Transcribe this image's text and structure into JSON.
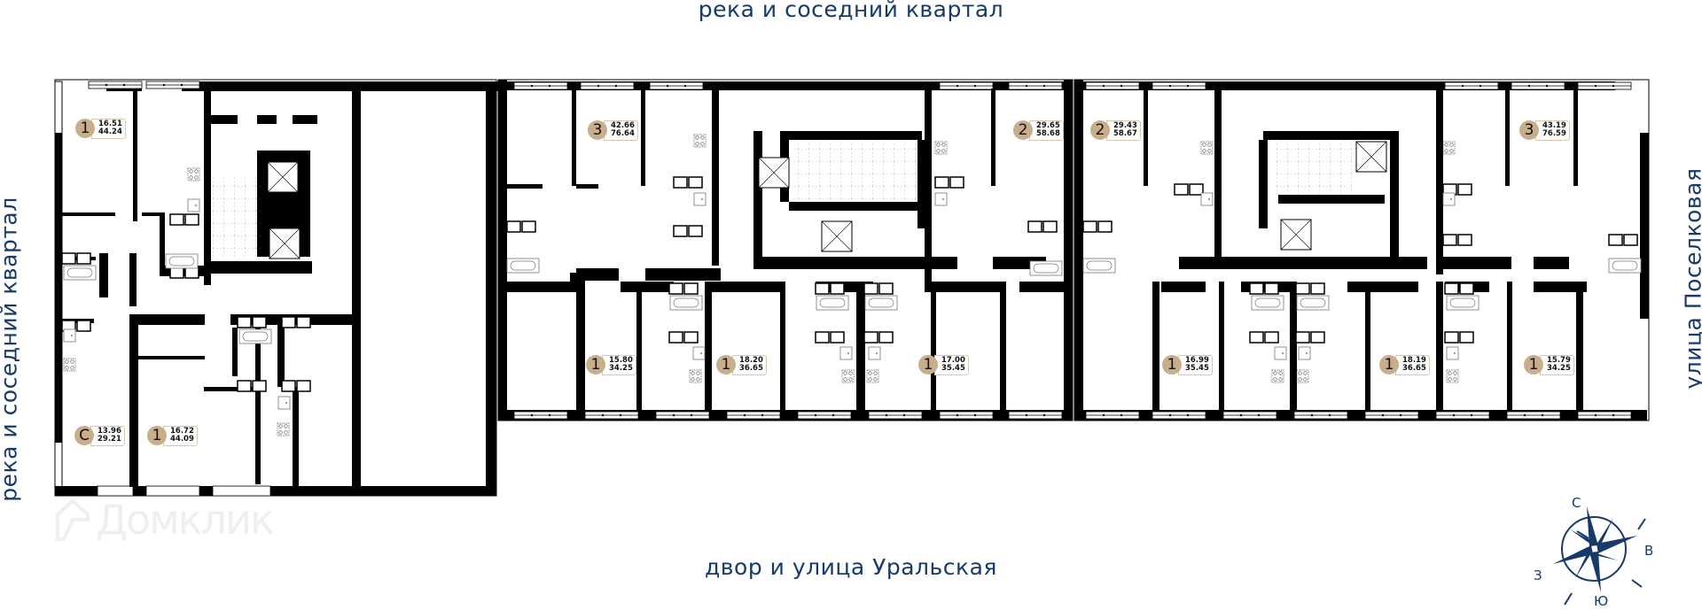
{
  "orientation_labels": {
    "top": "река и соседний квартал",
    "bottom": "двор и улица Уральская",
    "left": "река и соседний квартал",
    "right": "улица Поселковая"
  },
  "watermark": {
    "text": "Домклик",
    "icon": "house-logo-icon"
  },
  "compass": {
    "north": "С",
    "east": "В",
    "south": "Ю",
    "west": "З",
    "icon": "compass-rose-icon"
  },
  "colors": {
    "label_text": "#173a6b",
    "badge_fill": "#c9ae8c",
    "wall": "#000000",
    "background": "#ffffff"
  },
  "apartments": [
    {
      "rooms": "1",
      "living_area": "16.51",
      "total_area": "44.24",
      "section": "left",
      "position": "top-left"
    },
    {
      "rooms": "С",
      "living_area": "13.96",
      "total_area": "29.21",
      "section": "left",
      "position": "bottom-left"
    },
    {
      "rooms": "1",
      "living_area": "16.72",
      "total_area": "44.09",
      "section": "left",
      "position": "bottom-middle"
    },
    {
      "rooms": "3",
      "living_area": "42.66",
      "total_area": "76.64",
      "section": "middle",
      "position": "top-left"
    },
    {
      "rooms": "2",
      "living_area": "29.65",
      "total_area": "58.68",
      "section": "middle",
      "position": "top-right"
    },
    {
      "rooms": "1",
      "living_area": "15.80",
      "total_area": "34.25",
      "section": "middle",
      "position": "bottom-1"
    },
    {
      "rooms": "1",
      "living_area": "18.20",
      "total_area": "36.65",
      "section": "middle",
      "position": "bottom-2"
    },
    {
      "rooms": "1",
      "living_area": "17.00",
      "total_area": "35.45",
      "section": "middle",
      "position": "bottom-3"
    },
    {
      "rooms": "2",
      "living_area": "29.43",
      "total_area": "58.67",
      "section": "right",
      "position": "top-left"
    },
    {
      "rooms": "3",
      "living_area": "43.19",
      "total_area": "76.59",
      "section": "right",
      "position": "top-right"
    },
    {
      "rooms": "1",
      "living_area": "16.99",
      "total_area": "35.45",
      "section": "right",
      "position": "bottom-1"
    },
    {
      "rooms": "1",
      "living_area": "18.19",
      "total_area": "36.65",
      "section": "right",
      "position": "bottom-2"
    },
    {
      "rooms": "1",
      "living_area": "15.79",
      "total_area": "34.25",
      "section": "right",
      "position": "bottom-3"
    }
  ]
}
